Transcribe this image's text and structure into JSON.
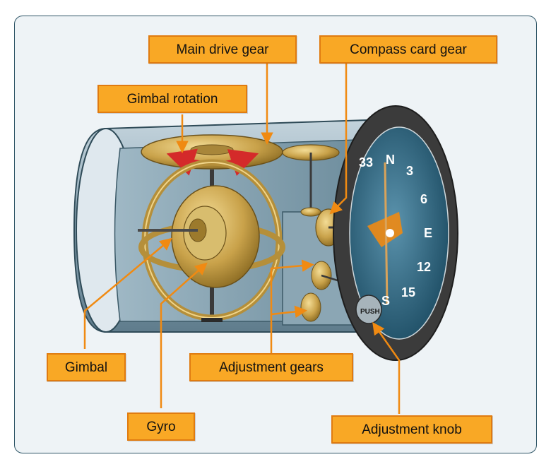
{
  "labels": {
    "main_drive_gear": "Main drive gear",
    "compass_card_gear": "Compass card gear",
    "gimbal_rotation": "Gimbal rotation",
    "gimbal": "Gimbal",
    "adjustment_gears": "Adjustment gears",
    "gyro": "Gyro",
    "adjustment_knob": "Adjustment knob"
  },
  "dial": {
    "markings": [
      "N",
      "3",
      "6",
      "E",
      "12",
      "15",
      "S",
      "33"
    ],
    "knob_text": "PUSH"
  },
  "colors": {
    "callout_fill": "#f9a825",
    "callout_border": "#e07b10",
    "leader_line": "#f08a12",
    "rotation_arrow": "#d42a2a",
    "housing": "#8fa9b8",
    "dial_face": "#2e6f8d",
    "brass": "#c9a24a"
  }
}
